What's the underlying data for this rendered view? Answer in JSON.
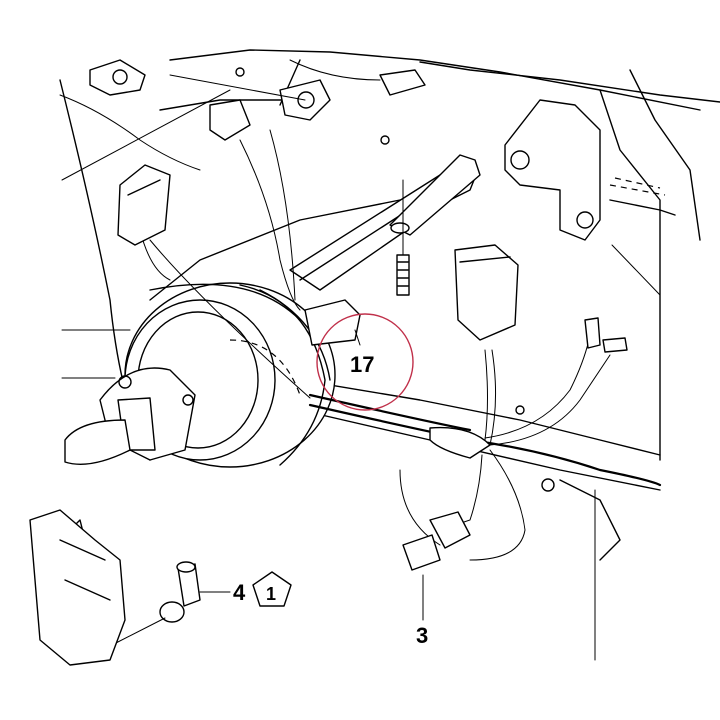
{
  "diagram": {
    "callouts": [
      {
        "id": "part-17",
        "label": "17"
      },
      {
        "id": "part-4",
        "label": "4"
      },
      {
        "id": "part-3",
        "label": "3"
      }
    ],
    "badge": {
      "label": "1"
    },
    "highlight_color": "#c0304a"
  }
}
